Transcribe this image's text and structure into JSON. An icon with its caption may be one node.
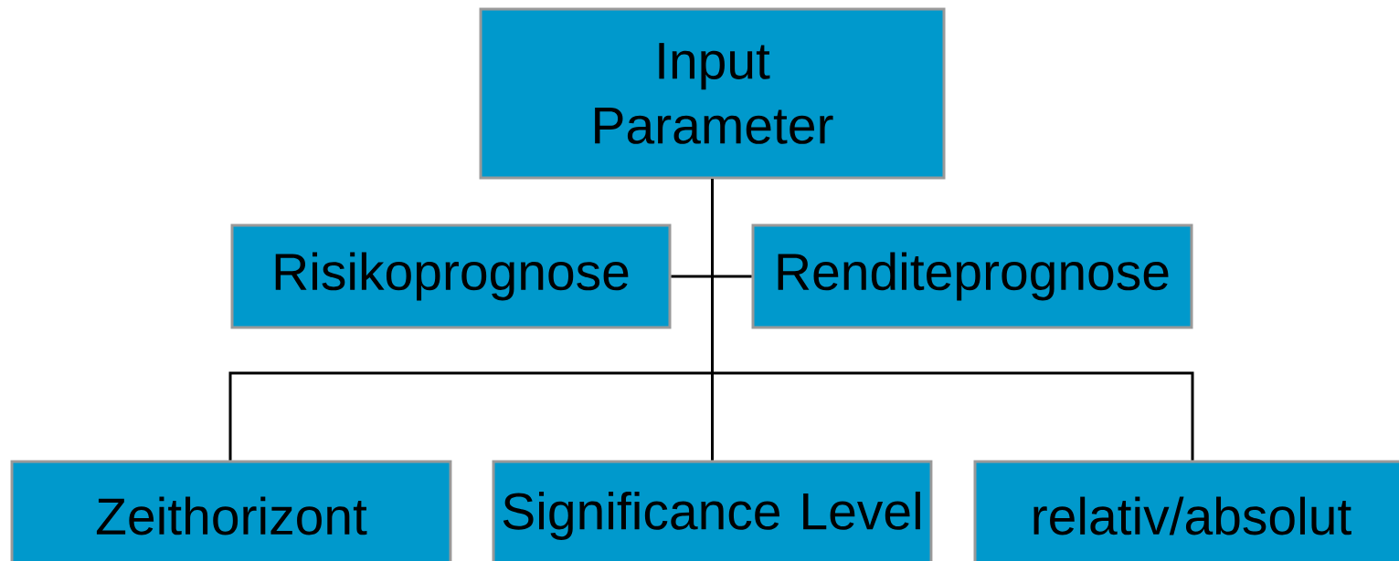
{
  "diagram": {
    "nodes": [
      {
        "text": [
          "Input Parameter"
        ]
      },
      {
        "text": [
          "Risikoprognose"
        ]
      },
      {
        "text": [
          "Renditeprognose"
        ]
      },
      {
        "text": [
          "Zeithorizont"
        ]
      },
      {
        "text": [
          "Significance Level"
        ]
      },
      {
        "text": [
          "relativ/absolut"
        ]
      }
    ],
    "edges": [
      {
        "from": 0,
        "to": 1,
        "arrow": "none"
      },
      {
        "from": 0,
        "to": 2,
        "arrow": "none"
      },
      {
        "from": 0,
        "to": 3,
        "arrow": "none"
      },
      {
        "from": 0,
        "to": 4,
        "arrow": "none"
      },
      {
        "from": 0,
        "to": 5,
        "arrow": "none"
      }
    ]
  }
}
